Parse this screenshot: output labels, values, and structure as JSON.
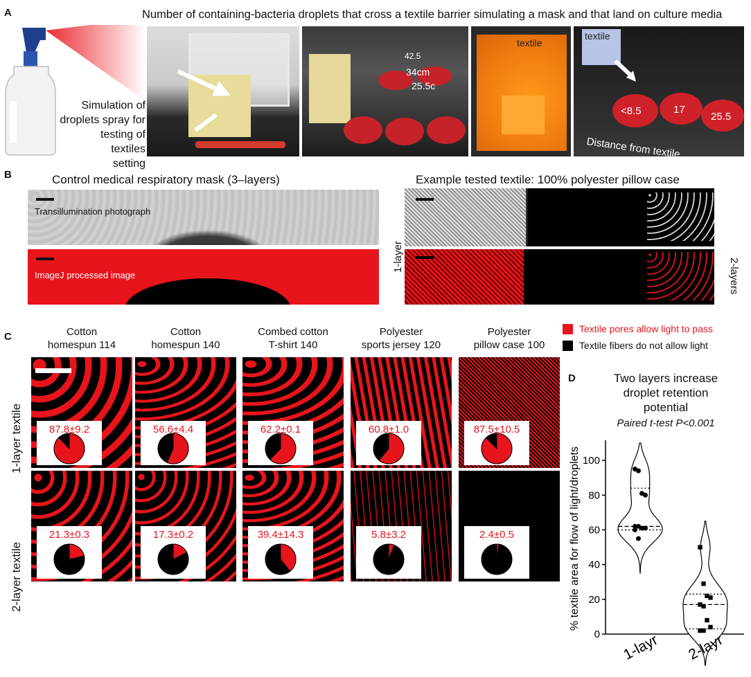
{
  "panelA": {
    "letter": "A",
    "title": "Number of containing-bacteria droplets that cross a textile barrier simulating a mask and that land on culture media",
    "side_caption": [
      "Simulation of",
      "droplets spray for",
      "testing of textiles",
      "setting"
    ],
    "photo3_labels": [
      "42.5",
      "34cm",
      "25.5c"
    ],
    "photo4_label": "textile",
    "photo5_labels": [
      "textile",
      "<8.5",
      "17",
      "25.5",
      "Distance from textile"
    ]
  },
  "panelB": {
    "letter": "B",
    "left_title": "Control medical respiratory mask (3–layers)",
    "left_top_label": "Transillumination photograph",
    "left_bottom_label": "ImageJ processed image",
    "right_title": "Example tested textile: 100% polyester pillow case",
    "right_left_label": "1-layer",
    "right_right_label": "2-layers"
  },
  "panelC": {
    "letter": "C",
    "columns": [
      {
        "line1": "Cotton",
        "line2": "homespun 114",
        "v1": "87.8±9.2",
        "v2": "21.3±0.3",
        "f1": 0.878,
        "f2": 0.213
      },
      {
        "line1": "Cotton",
        "line2": "homespun 140",
        "v1": "56.6±4.4",
        "v2": "17.3±0.2",
        "f1": 0.566,
        "f2": 0.173
      },
      {
        "line1": "Combed cotton",
        "line2": "T-shirt 140",
        "v1": "62.2±0.1",
        "v2": "39.4±14.3",
        "f1": 0.622,
        "f2": 0.394
      },
      {
        "line1": "Polyester",
        "line2": "sports jersey 120",
        "v1": "60.8±1.0",
        "v2": "5.8±3.2",
        "f1": 0.608,
        "f2": 0.058
      },
      {
        "line1": "Polyester",
        "line2": "pillow case 100",
        "v1": "87.5±10.5",
        "v2": "2.4±0.5",
        "f1": 0.875,
        "f2": 0.024
      }
    ],
    "row1_label": "1-layer textile",
    "row2_label": "2-layer textile",
    "legend": [
      {
        "text": "Textile pores allow light to pass",
        "color": "#e8141b"
      },
      {
        "text": "Textile fibers do not allow light",
        "color": "#000000"
      }
    ]
  },
  "panelD": {
    "letter": "D",
    "title_lines": [
      "Two layers increase",
      "droplet retention",
      "potential"
    ],
    "subtitle": "Paired t-test P<0.001",
    "chart_data": {
      "type": "violin",
      "ylabel": "% textile area for flow of light/droplets",
      "ylim": [
        0,
        110
      ],
      "yticks": [
        0,
        20,
        40,
        60,
        80,
        100
      ],
      "categories": [
        "1-layr",
        "2-layr"
      ],
      "series": [
        {
          "category": "1-layr",
          "points": [
            95,
            94,
            81,
            80,
            62,
            62,
            61,
            61,
            60,
            55
          ],
          "median": 62,
          "q1": 60,
          "q3": 84
        },
        {
          "category": "2-layr",
          "points": [
            50,
            29,
            22,
            21,
            17,
            16,
            8,
            4,
            2,
            2
          ],
          "median": 17,
          "q1": 3,
          "q3": 23
        }
      ]
    }
  }
}
